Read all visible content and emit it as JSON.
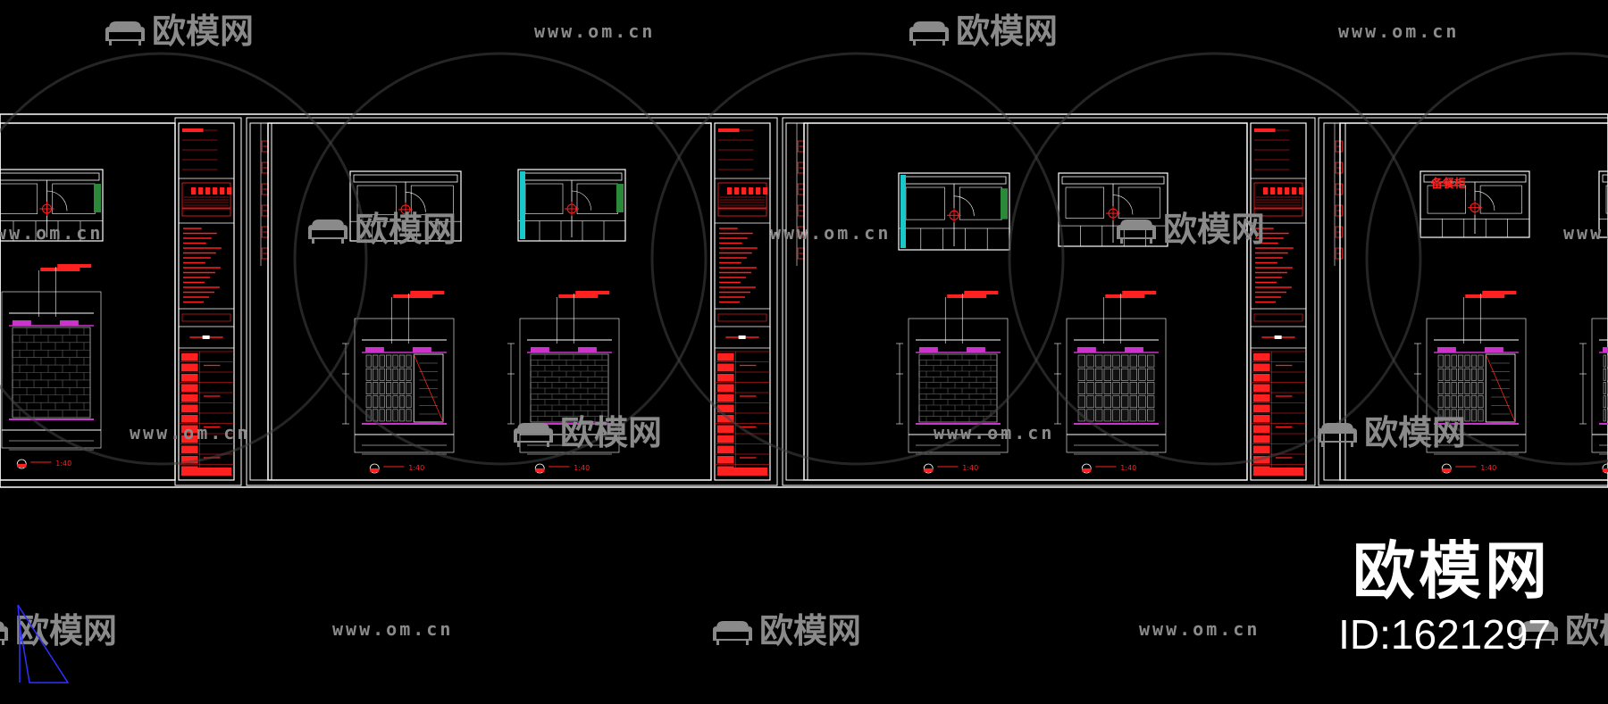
{
  "watermark": {
    "brand_text": "欧模网",
    "url_text": "www.om.cn",
    "id_text": "ID:1621297"
  },
  "drawing": {
    "labels": {
      "sheet_scale": "1:40",
      "room_label": "备餐柜"
    }
  },
  "colors": {
    "background": "#000000",
    "frame": "#ffffff",
    "annotation": "#ff2020",
    "accent": "#cc33cc",
    "wall_line": "#19c8c8",
    "watermark": "#8a8a8a",
    "ucs_icon": "#3030ff"
  },
  "icons": {
    "watermark_logo": "sofa-icon",
    "ucs": "ucs-triangle-icon"
  }
}
